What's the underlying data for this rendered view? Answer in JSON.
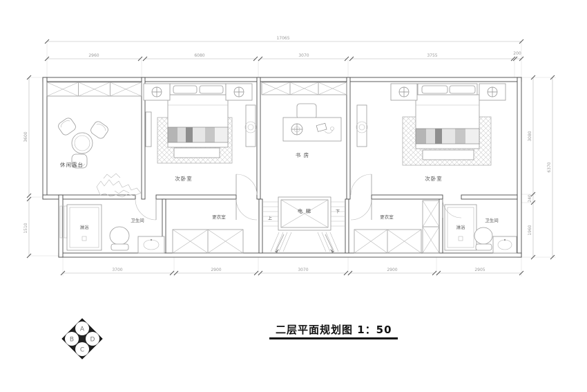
{
  "title": {
    "text": "二层平面规划图 1：50"
  },
  "rooms": {
    "terrace": "休闲露台",
    "bedroom_left": "次卧室",
    "study": "书 房",
    "bedroom_right": "次卧室",
    "elevator": "电 梯",
    "dressing_left": "更衣室",
    "dressing_right": "更衣室",
    "bathroom_left": "卫生间",
    "bathroom_right": "卫生间",
    "shower_left": "淋浴",
    "shower_right": "淋浴",
    "stair_up": "上",
    "stair_down": "下"
  },
  "dimensions": {
    "top_total": "17065",
    "top_row": [
      "2960",
      "6080",
      "3070",
      "3755",
      "200"
    ],
    "bottom_row": [
      "3700",
      "2900",
      "3070",
      "2900",
      "2905"
    ],
    "left": [
      "3600",
      "1510"
    ],
    "right_inner": [
      "3080",
      "240",
      "1960"
    ],
    "right_total": "6370"
  },
  "logo": {
    "letters": [
      "A",
      "B",
      "C",
      "D"
    ]
  }
}
